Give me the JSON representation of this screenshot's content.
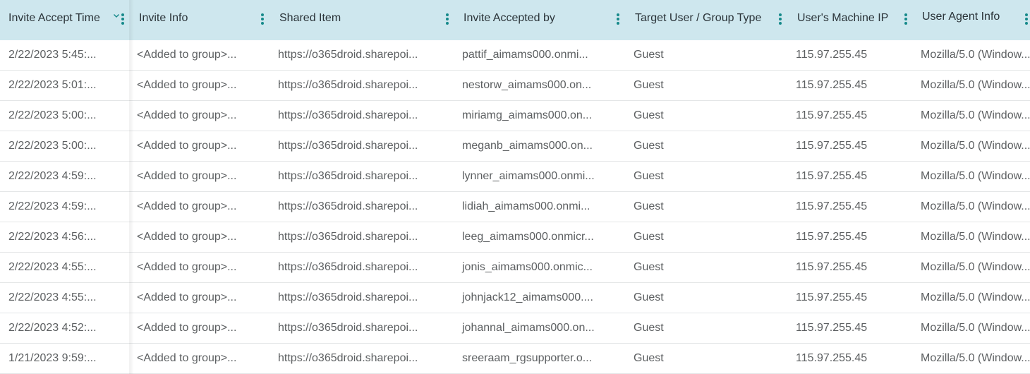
{
  "colors": {
    "header_bg": "#cee7ee",
    "header_text": "#2a3338",
    "cell_text": "#5c5f61",
    "row_divider": "#e4e6e7",
    "accent_icon": "#15898a"
  },
  "columns": [
    {
      "label": "Invite Accept Time",
      "sorted": "desc",
      "icon": "kebab-menu-icon"
    },
    {
      "label": "Invite Info",
      "icon": "kebab-menu-icon"
    },
    {
      "label": "Shared Item",
      "icon": "kebab-menu-icon"
    },
    {
      "label": "Invite Accepted by",
      "icon": "kebab-menu-icon"
    },
    {
      "label": "Target User / Group Type",
      "icon": "kebab-menu-icon"
    },
    {
      "label": "User's Machine IP",
      "icon": "kebab-menu-icon"
    },
    {
      "label": "User Agent Info",
      "icon": "kebab-menu-icon"
    }
  ],
  "rows": [
    {
      "time": "2/22/2023 5:45:...",
      "info": "<Added to group>...",
      "item": "https://o365droid.sharepoi...",
      "user": "pattif_aimams000.onmi...",
      "type": "Guest",
      "ip": "115.97.255.45",
      "agent": "Mozilla/5.0 (Window..."
    },
    {
      "time": "2/22/2023 5:01:...",
      "info": "<Added to group>...",
      "item": "https://o365droid.sharepoi...",
      "user": "nestorw_aimams000.on...",
      "type": "Guest",
      "ip": "115.97.255.45",
      "agent": "Mozilla/5.0 (Window..."
    },
    {
      "time": "2/22/2023 5:00:...",
      "info": "<Added to group>...",
      "item": "https://o365droid.sharepoi...",
      "user": "miriamg_aimams000.on...",
      "type": "Guest",
      "ip": "115.97.255.45",
      "agent": "Mozilla/5.0 (Window..."
    },
    {
      "time": "2/22/2023 5:00:...",
      "info": "<Added to group>...",
      "item": "https://o365droid.sharepoi...",
      "user": "meganb_aimams000.on...",
      "type": "Guest",
      "ip": "115.97.255.45",
      "agent": "Mozilla/5.0 (Window..."
    },
    {
      "time": "2/22/2023 4:59:...",
      "info": "<Added to group>...",
      "item": "https://o365droid.sharepoi...",
      "user": "lynner_aimams000.onmi...",
      "type": "Guest",
      "ip": "115.97.255.45",
      "agent": "Mozilla/5.0 (Window..."
    },
    {
      "time": "2/22/2023 4:59:...",
      "info": "<Added to group>...",
      "item": "https://o365droid.sharepoi...",
      "user": "lidiah_aimams000.onmi...",
      "type": "Guest",
      "ip": "115.97.255.45",
      "agent": "Mozilla/5.0 (Window..."
    },
    {
      "time": "2/22/2023 4:56:...",
      "info": "<Added to group>...",
      "item": "https://o365droid.sharepoi...",
      "user": "leeg_aimams000.onmicr...",
      "type": "Guest",
      "ip": "115.97.255.45",
      "agent": "Mozilla/5.0 (Window..."
    },
    {
      "time": "2/22/2023 4:55:...",
      "info": "<Added to group>...",
      "item": "https://o365droid.sharepoi...",
      "user": "jonis_aimams000.onmic...",
      "type": "Guest",
      "ip": "115.97.255.45",
      "agent": "Mozilla/5.0 (Window..."
    },
    {
      "time": "2/22/2023 4:55:...",
      "info": "<Added to group>...",
      "item": "https://o365droid.sharepoi...",
      "user": "johnjack12_aimams000....",
      "type": "Guest",
      "ip": "115.97.255.45",
      "agent": "Mozilla/5.0 (Window..."
    },
    {
      "time": "2/22/2023 4:52:...",
      "info": "<Added to group>...",
      "item": "https://o365droid.sharepoi...",
      "user": "johannal_aimams000.on...",
      "type": "Guest",
      "ip": "115.97.255.45",
      "agent": "Mozilla/5.0 (Window..."
    },
    {
      "time": "1/21/2023 9:59:...",
      "info": "<Added to group>...",
      "item": "https://o365droid.sharepoi...",
      "user": "sreeraam_rgsupporter.o...",
      "type": "Guest",
      "ip": "115.97.255.45",
      "agent": "Mozilla/5.0 (Window..."
    }
  ]
}
